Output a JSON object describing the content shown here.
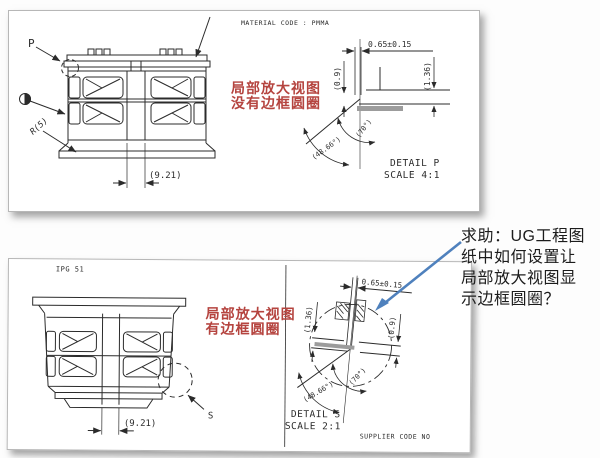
{
  "colors": {
    "red_annotation": "#b5443f",
    "blue_arrow": "#4f81bd",
    "drawing_line": "#2b2b2b",
    "detail_band": "#9c9c9c"
  },
  "top_panel": {
    "material_code": "MATERIAL CODE : PMMA",
    "p_label": "P",
    "r5_label": "R(5)",
    "dim_921": "(9.21)",
    "red_note_line1": "局部放大视图",
    "red_note_line2": "没有边框圆圈",
    "detail": {
      "dim_top": "0.65±0.15",
      "dim_left": "(0.9)",
      "dim_right": "(1.36)",
      "angle_small": "(70°)",
      "angle_large": "(48.66°)",
      "title": "DETAIL P",
      "scale": "SCALE 4:1"
    }
  },
  "bottom_panel": {
    "corner_label": "IPG 51",
    "s_label": "S",
    "dim_921": "(9.21)",
    "red_note_line1": "局部放大视图",
    "red_note_line2": "有边框圆圈",
    "detail": {
      "dim_top": "0.65±0.15",
      "dim_left": "(1.36)",
      "dim_right": "(0.9)",
      "angle_small": "(70°)",
      "angle_large": "(48.66°)",
      "title": "DETAIL S",
      "scale": "SCALE 2:1"
    },
    "supplier_code": "SUPPLIER CODE NO"
  },
  "annotation": {
    "question_lines": [
      "求助：UG工程图",
      "纸中如何设置让",
      "局部放大视图显",
      "示边框圆圈？"
    ]
  }
}
